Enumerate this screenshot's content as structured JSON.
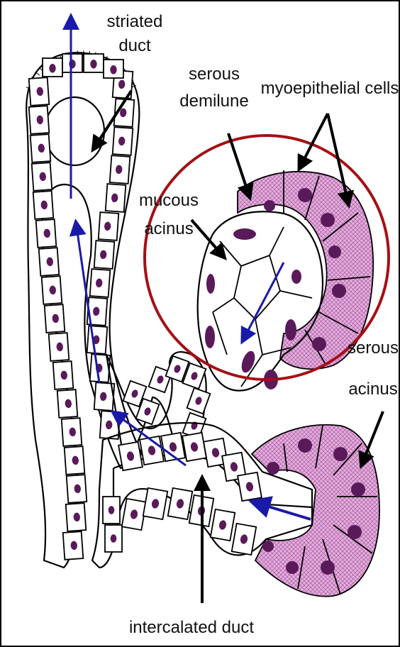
{
  "labels": {
    "striated_duct": [
      "striated",
      "duct"
    ],
    "serous_demilune": [
      "serous",
      "demilune"
    ],
    "myoepithelial_cells": "myoepithelial cells",
    "mucous_acinus": [
      "mucous",
      "acinus"
    ],
    "serous_acinus": [
      "serous",
      "acinus"
    ],
    "intercalated_duct": "intercalated duct"
  },
  "colors": {
    "highlight_circle": "#a50f15",
    "flow_arrow": "#1a1aa8",
    "serous_cell": "#d9a2d3",
    "nucleus": "#5a1a5a",
    "pointer_arrow": "#000000"
  }
}
